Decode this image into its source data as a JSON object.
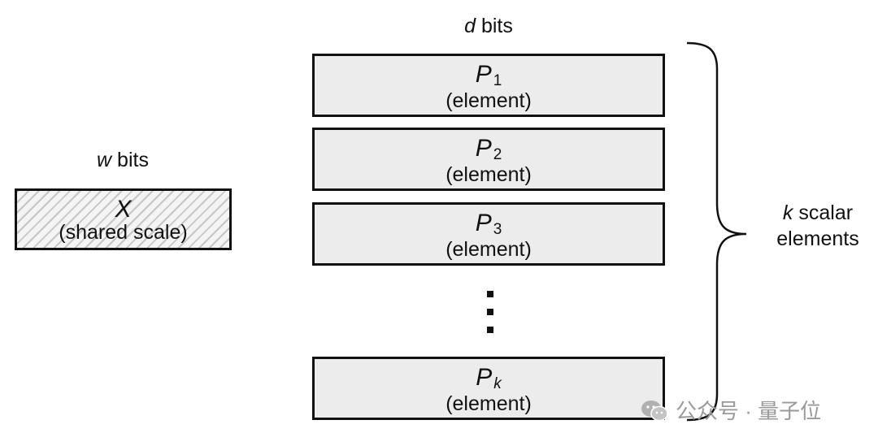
{
  "left": {
    "width_label_var": "w",
    "width_label_text": " bits",
    "box_symbol": "X",
    "box_caption": "(shared scale)"
  },
  "right": {
    "width_label_var": "d",
    "width_label_text": " bits",
    "elements": [
      {
        "symbol": "P",
        "subscript": "1",
        "caption": "(element)"
      },
      {
        "symbol": "P",
        "subscript": "2",
        "caption": "(element)"
      },
      {
        "symbol": "P",
        "subscript": "3",
        "caption": "(element)"
      },
      {
        "symbol": "P",
        "subscript": "k",
        "caption": "(element)"
      }
    ]
  },
  "brace_label": {
    "var": "k",
    "line1_text": " scalar",
    "line2": "elements"
  },
  "watermark": {
    "text": "公众号 · 量子位"
  }
}
